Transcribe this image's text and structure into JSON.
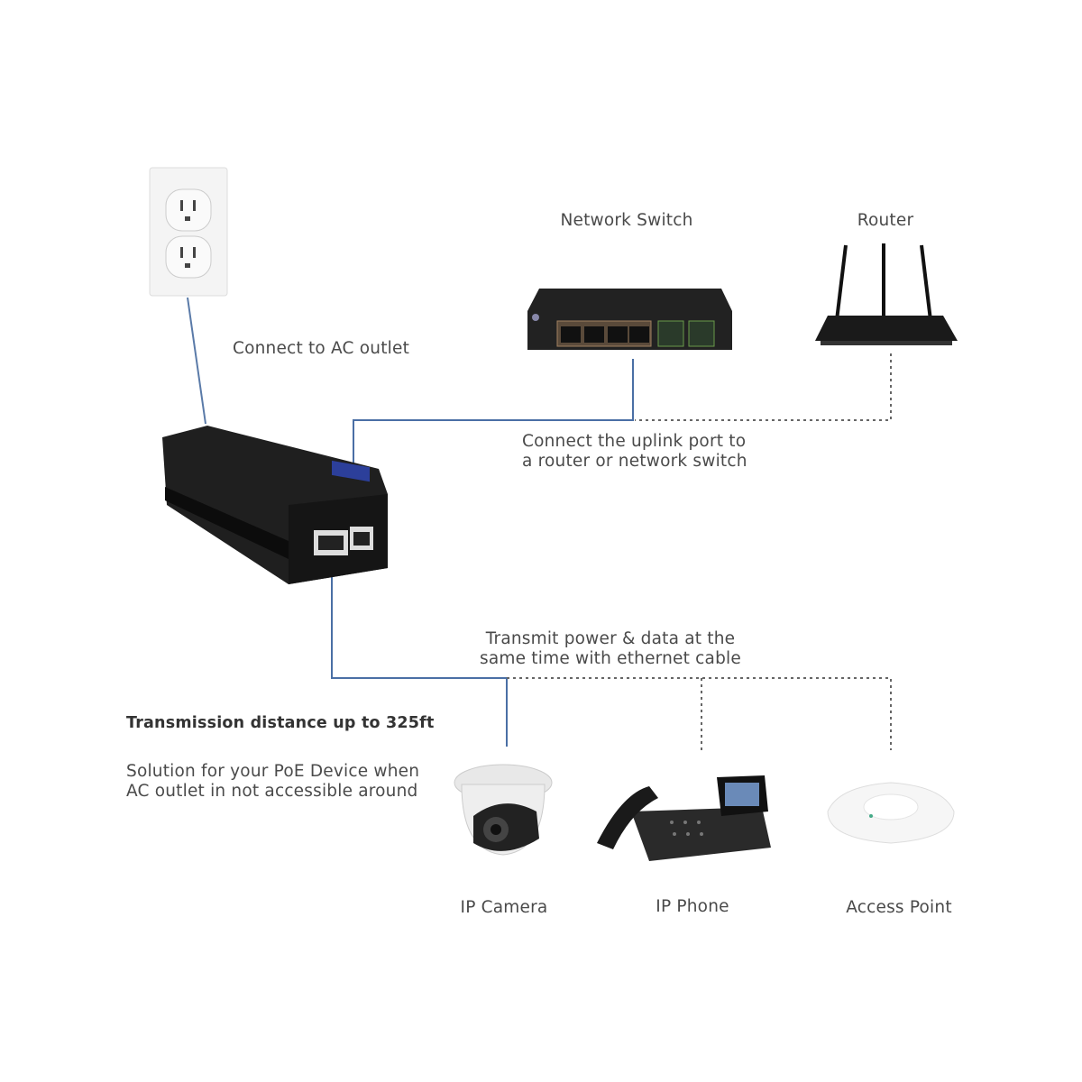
{
  "labels": {
    "network_switch": "Network Switch",
    "router": "Router",
    "ac_outlet": "Connect to AC outlet",
    "uplink_line1": "Connect the uplink port to",
    "uplink_line2": "a router or network switch",
    "transmit_line1": "Transmit power & data at the",
    "transmit_line2": "same time with ethernet cable",
    "distance": "Transmission distance up to 325ft",
    "solution_line1": "Solution for your PoE Device when",
    "solution_line2": "AC outlet in not accessible around",
    "ip_camera": "IP Camera",
    "ip_phone": "IP Phone",
    "access_point": "Access Point"
  },
  "colors": {
    "cable": "#4a6fa5",
    "dotted": "#666666",
    "device": "#1e1e1e"
  }
}
